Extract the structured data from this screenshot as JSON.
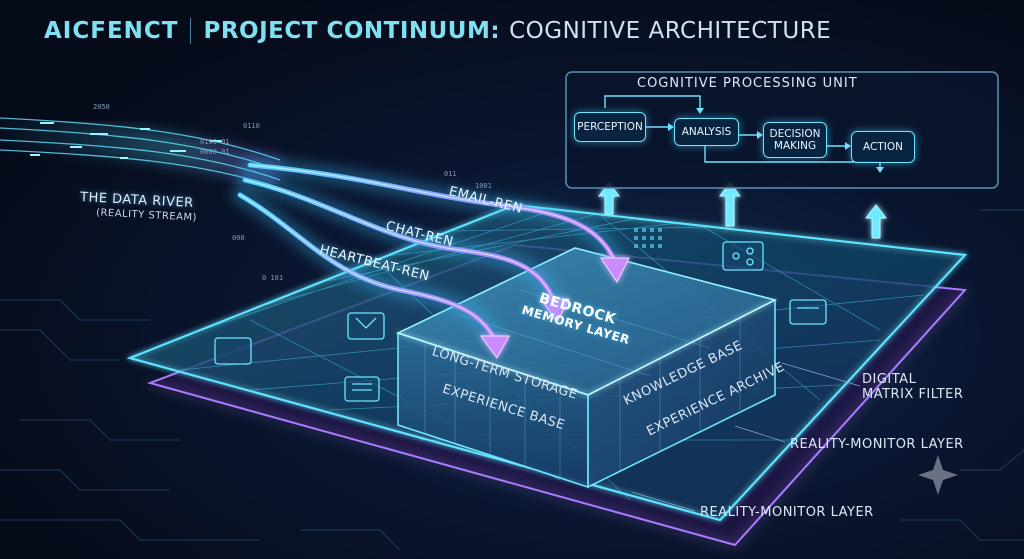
{
  "header": {
    "brand": "AICFENCT",
    "project": "PROJECT CONTINUUM:",
    "subtitle": "COGNITIVE ARCHITECTURE"
  },
  "cpu": {
    "title": "COGNITIVE PROCESSING UNIT",
    "steps": [
      "PERCEPTION",
      "ANALYSIS",
      "DECISION MAKING",
      "ACTION"
    ]
  },
  "data_river": {
    "title": "THE DATA RIVER",
    "subtitle": "(REALITY STREAM)"
  },
  "streams": [
    "EMAIL-REN",
    "CHAT-REN",
    "HEARTBEAT-REN"
  ],
  "core": {
    "title_line1": "BEDROCK",
    "title_line2": "MEMORY LAYER",
    "front_face": [
      "LONG-TERM STORAGE",
      "EXPERIENCE BASE"
    ],
    "side_face": [
      "KNOWLEDGE BASE",
      "EXPERIENCE ARCHIVE"
    ]
  },
  "layers": {
    "digital_filter_line1": "DIGITAL",
    "digital_filter_line2": "MATRIX FILTER",
    "reality_monitor_right": "REALITY-MONITOR LAYER",
    "reality_monitor_bottom": "REALITY-MONITOR LAYER"
  },
  "binary": [
    "2050",
    "0100 01",
    "0110",
    "0000 01",
    "011",
    "1001",
    "000",
    "0 101"
  ],
  "colors": {
    "accent_cyan": "#5fe3ff",
    "accent_purple": "#b06cf0",
    "background": "#070d1c"
  }
}
